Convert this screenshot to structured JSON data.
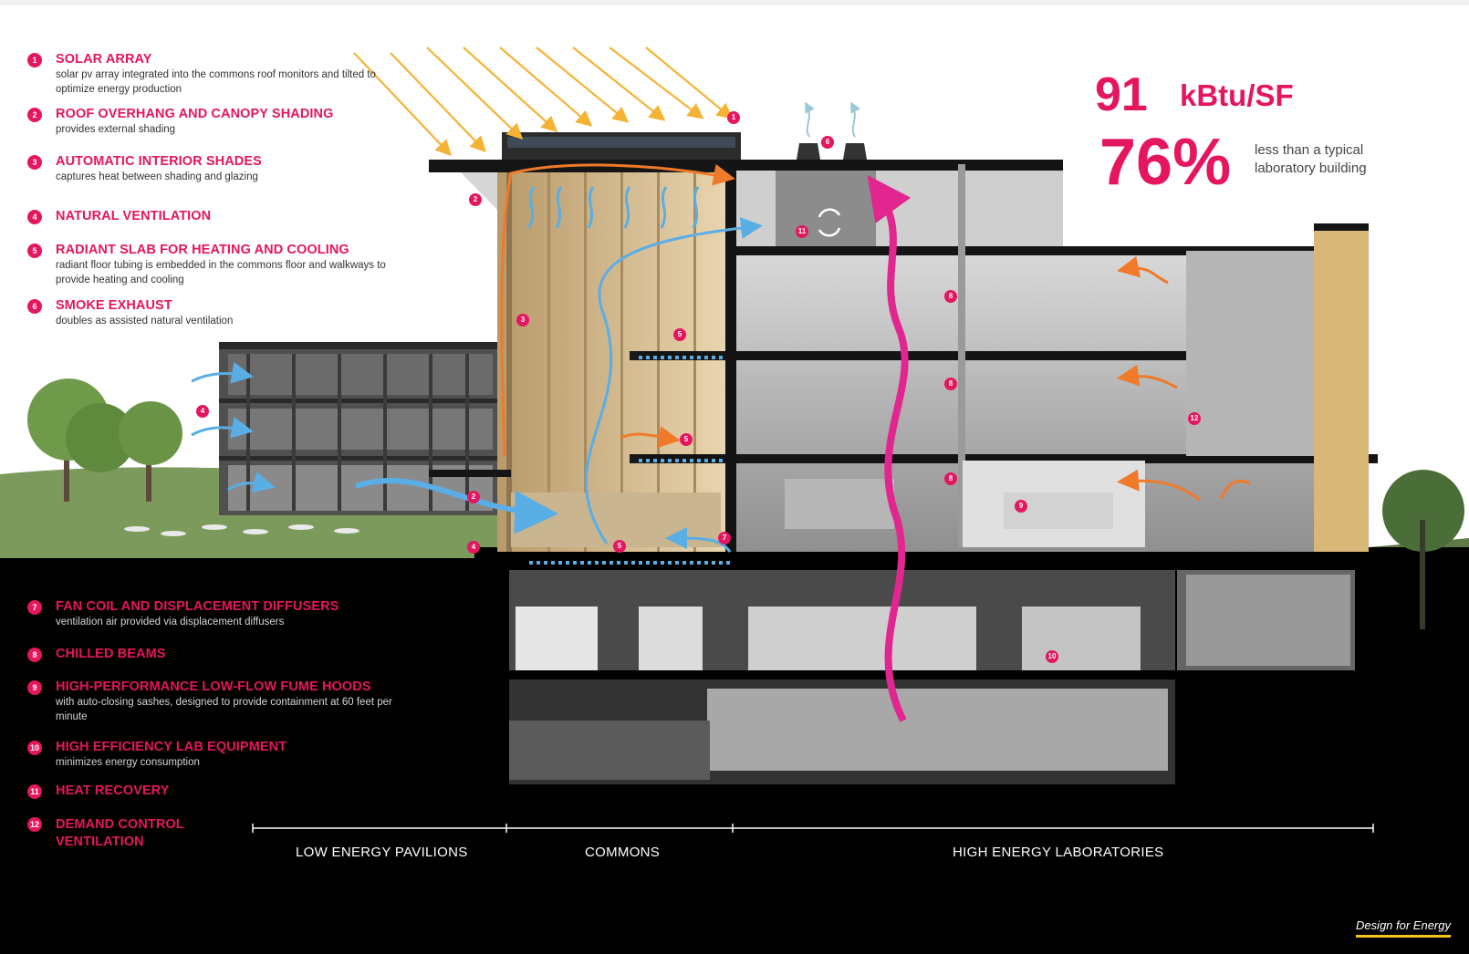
{
  "legend_top": [
    {
      "num": "1",
      "title": "SOLAR ARRAY",
      "desc": "solar pv array integrated into the commons roof monitors and tilted to optimize energy production"
    },
    {
      "num": "2",
      "title": "ROOF OVERHANG AND CANOPY SHADING",
      "desc": "provides external shading"
    },
    {
      "num": "3",
      "title": "AUTOMATIC INTERIOR SHADES",
      "desc": "captures heat between shading and glazing"
    },
    {
      "num": "4",
      "title": "NATURAL VENTILATION",
      "desc": ""
    },
    {
      "num": "5",
      "title": "RADIANT SLAB FOR HEATING AND COOLING",
      "desc": "radiant floor tubing is embedded in the commons floor and walkways to provide heating and cooling"
    },
    {
      "num": "6",
      "title": "SMOKE EXHAUST",
      "desc": "doubles as assisted natural ventilation"
    }
  ],
  "legend_bottom": [
    {
      "num": "7",
      "title": "FAN COIL AND DISPLACEMENT DIFFUSERS",
      "desc": "ventilation air provided via displacement diffusers"
    },
    {
      "num": "8",
      "title": "CHILLED BEAMS",
      "desc": ""
    },
    {
      "num": "9",
      "title": "HIGH-PERFORMANCE LOW-FLOW FUME HOODS",
      "desc": "with auto-closing sashes, designed to provide containment at 60 feet per minute"
    },
    {
      "num": "10",
      "title": "HIGH EFFICIENCY LAB EQUIPMENT",
      "desc": "minimizes energy consumption"
    },
    {
      "num": "11",
      "title": "HEAT RECOVERY",
      "desc": ""
    },
    {
      "num": "12",
      "title": "DEMAND CONTROL VENTILATION",
      "desc": ""
    }
  ],
  "stats": {
    "eui_value": "91",
    "eui_unit": "kBtu/SF",
    "reduction_value": "76%",
    "reduction_caption": "less than a typical laboratory building"
  },
  "zones": [
    "LOW ENERGY PAVILIONS",
    "COMMONS",
    "HIGH ENERGY LABORATORIES"
  ],
  "markers": [
    "1",
    "2",
    "2",
    "3",
    "4",
    "4",
    "5",
    "5",
    "5",
    "6",
    "7",
    "8",
    "8",
    "8",
    "9",
    "10",
    "11",
    "12"
  ],
  "brand": "Design for Energy",
  "colors": {
    "accent": "#e4165f",
    "solar": "#f5b335",
    "heat": "#f07a2a",
    "air": "#5aaee6",
    "exhaust": "#e1268f",
    "background_dark": "#000000",
    "brand_underline": "#f2c21a"
  }
}
